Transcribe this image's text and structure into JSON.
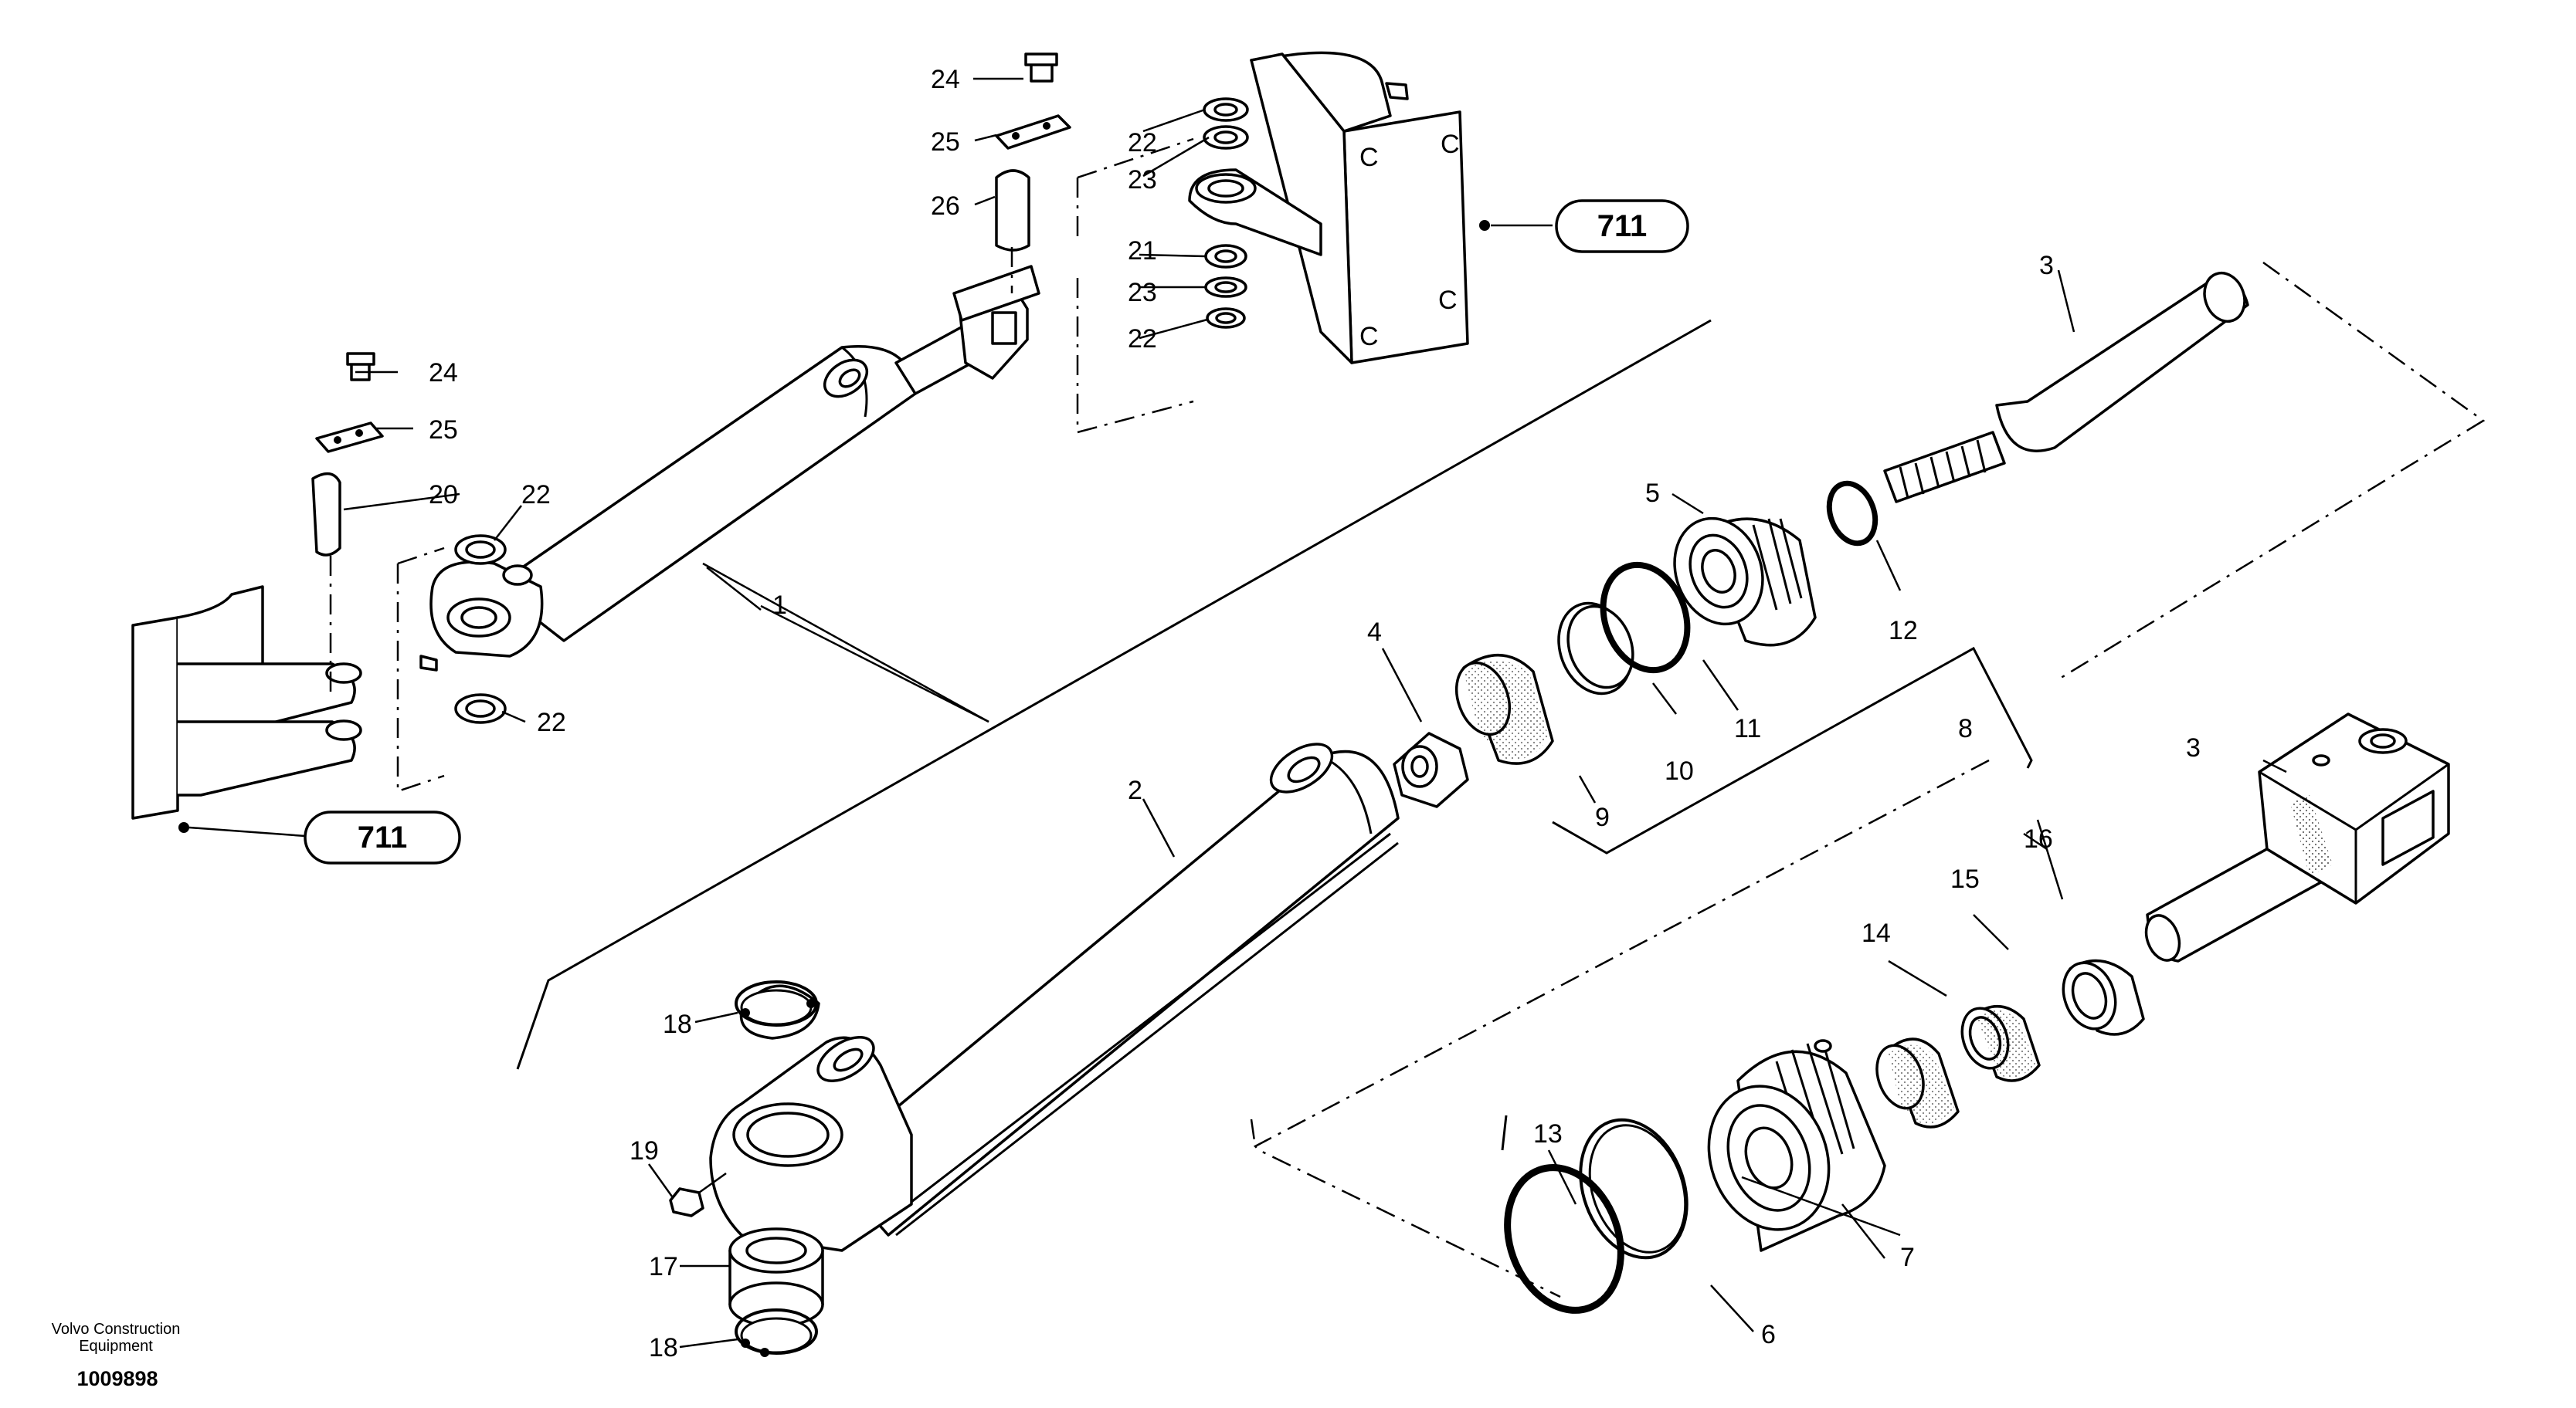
{
  "diagram": {
    "part_numbers": {
      "p1": "1",
      "p2": "2",
      "p3a": "3",
      "p3b": "3",
      "p4": "4",
      "p5": "5",
      "p6": "6",
      "p7": "7",
      "p8": "8",
      "p9": "9",
      "p10": "10",
      "p11": "11",
      "p12": "12",
      "p13": "13",
      "p14": "14",
      "p15": "15",
      "p16": "16",
      "p17": "17",
      "p18a": "18",
      "p18b": "18",
      "p19": "19",
      "p20": "20",
      "p21": "21",
      "p22a": "22",
      "p22b": "22",
      "p22c": "22",
      "p22d": "22",
      "p23a": "23",
      "p23b": "23",
      "p24a": "24",
      "p24b": "24",
      "p25a": "25",
      "p25b": "25",
      "p26": "26"
    },
    "references": {
      "top": "711",
      "left": "711"
    }
  },
  "footer": {
    "brand_line1": "Volvo Construction",
    "brand_line2": "Equipment",
    "drawing_id": "1009898"
  }
}
